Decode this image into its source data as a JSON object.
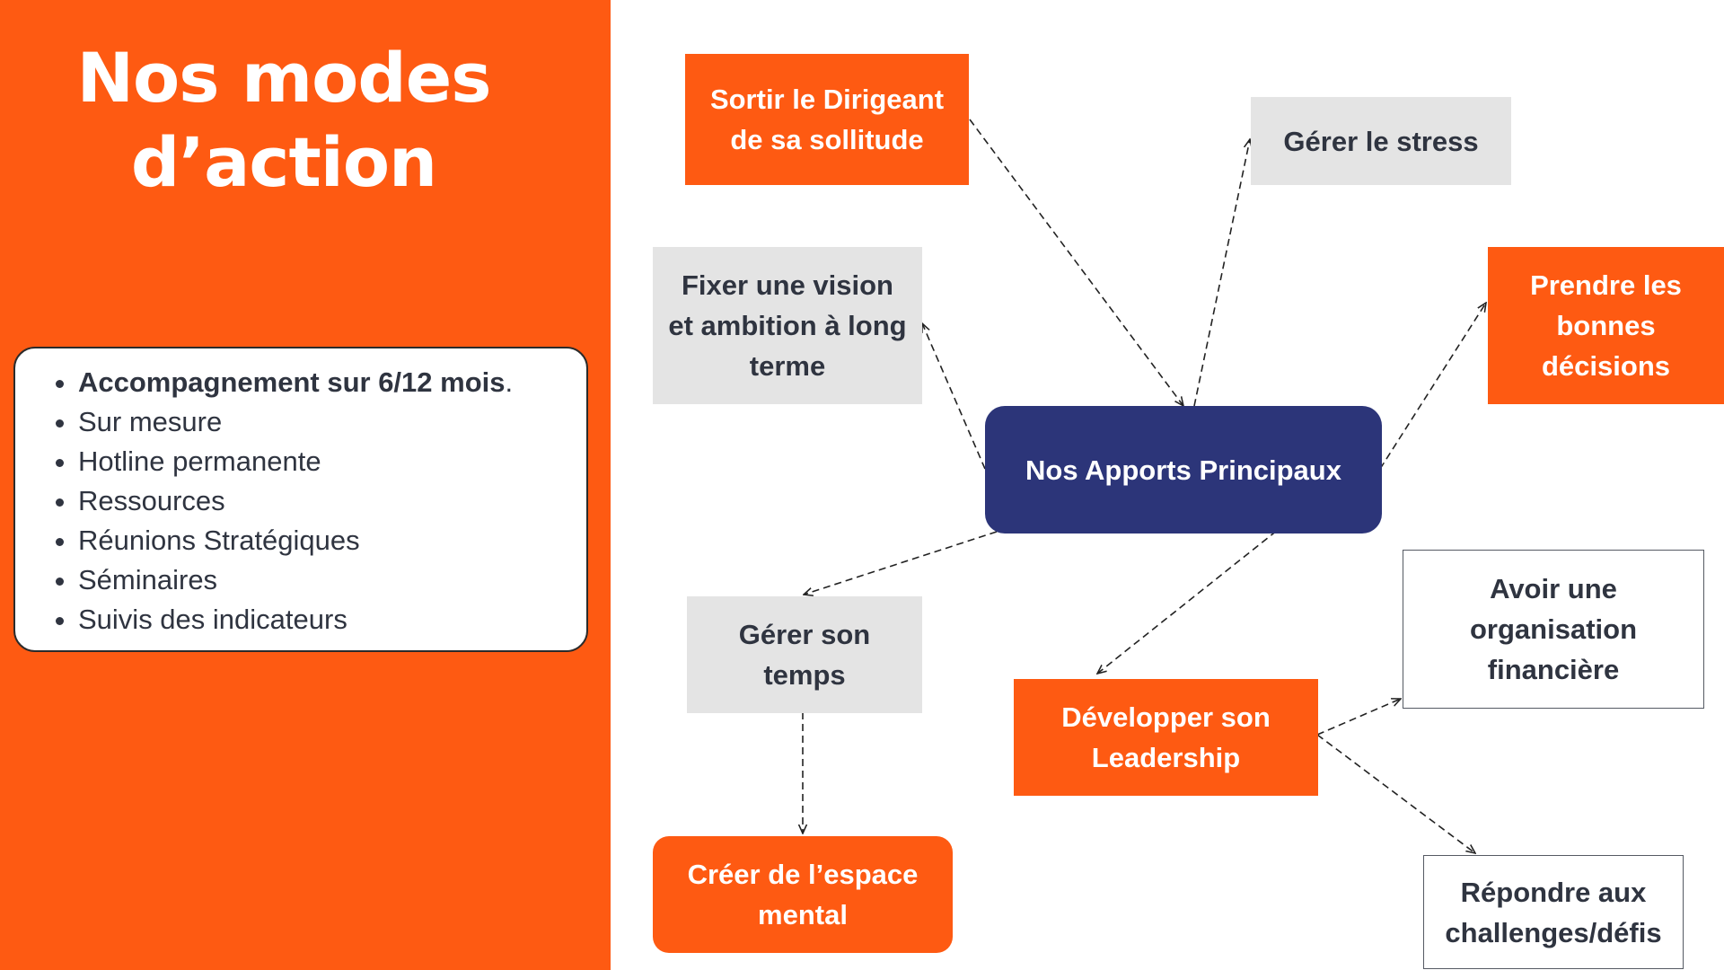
{
  "title": "Nos modes\nd’action",
  "offer": {
    "first_bold": "Accompagnement sur 6/12 mois",
    "first_suffix": ".",
    "items": [
      "Sur mesure",
      "Hotline permanente",
      "Ressources",
      "Réunions Stratégiques",
      "Séminaires",
      "Suivis des indicateurs"
    ]
  },
  "diagram": {
    "center": "Nos Apports Principaux",
    "nodes": {
      "sortir": "Sortir le Dirigeant de sa sollitude",
      "stress": "Gérer le stress",
      "vision": "Fixer une vision et ambition à long terme",
      "decisions": "Prendre les bonnes décisions",
      "temps": "Gérer son temps",
      "espace": "Créer de l’espace mental",
      "leadership": "Développer son Leadership",
      "financiere": "Avoir une organisation financière",
      "challenges": "Répondre aux challenges/défis"
    }
  },
  "colors": {
    "orange": "#fe5a12",
    "navy": "#2c3579",
    "grey": "#e4e4e4",
    "text_dark": "#2f3440"
  }
}
